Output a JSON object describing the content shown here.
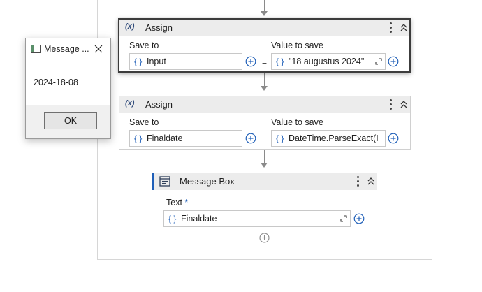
{
  "dialog": {
    "title": "Message ...",
    "message": "2024-18-08",
    "ok_label": "OK"
  },
  "assign1": {
    "title": "Assign",
    "save_to_label": "Save to",
    "value_to_save_label": "Value to save",
    "save_to_value": "Input",
    "value_to_save_value": "\"18 augustus 2024\"",
    "equals": "="
  },
  "assign2": {
    "title": "Assign",
    "save_to_label": "Save to",
    "value_to_save_label": "Value to save",
    "save_to_value": "Finaldate",
    "value_to_save_value": "DateTime.ParseExact(I",
    "equals": "="
  },
  "messagebox_activity": {
    "title": "Message Box",
    "text_label": "Text",
    "required_marker": "*",
    "text_value": "Finaldate"
  },
  "icons": {
    "brace": "{ }",
    "assign": "(x)"
  },
  "colors": {
    "accent": "#1f5fb8",
    "selected_border": "#3c3c3c",
    "header_bg": "#ececec",
    "connector": "#8a8a8a"
  }
}
